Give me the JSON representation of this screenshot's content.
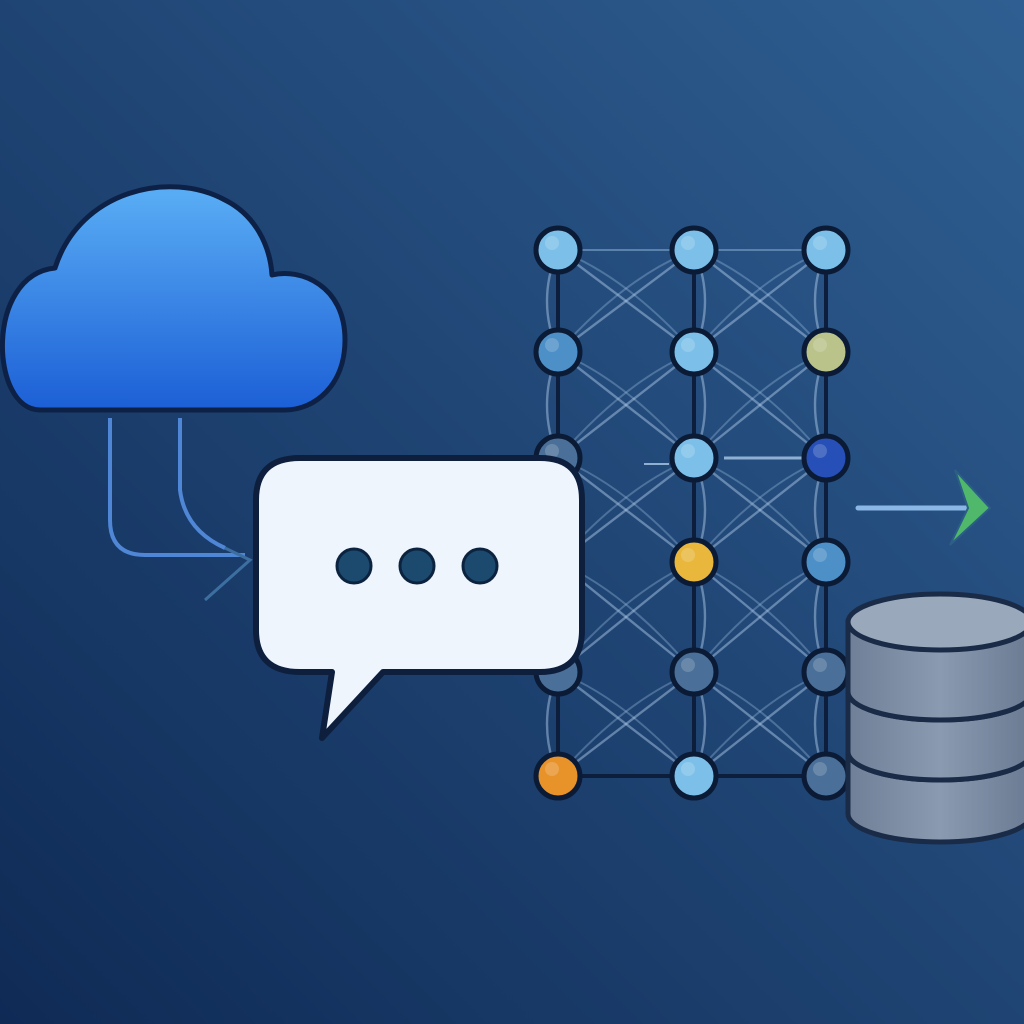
{
  "palette": {
    "background_top_right": "#2f5f92",
    "background_bottom_left": "#0f2a55",
    "cloud_light": "#5aaef5",
    "cloud_dark": "#1c5fd6",
    "bubble_fill": "#eef5fd",
    "dot_fill": "#1b4a6e",
    "node_light_blue": "#7cc0ea",
    "node_mid_blue": "#4d8fc7",
    "node_steel": "#4a6f98",
    "node_dark_blue": "#2650b8",
    "node_olive": "#b9c38a",
    "node_yellow": "#e8b73c",
    "node_orange": "#e8922a",
    "arrow_green": "#4fb86a",
    "database_body": "#8797ad",
    "database_top": "#9aa8bb"
  },
  "icons": [
    "cloud-icon",
    "chat-bubble-icon",
    "neural-network-icon",
    "arrow-right-icon",
    "database-icon"
  ],
  "network": {
    "columns": 3,
    "rows": 6,
    "node_colors": [
      [
        "node_light_blue",
        "node_light_blue",
        "node_light_blue"
      ],
      [
        "node_mid_blue",
        "node_light_blue",
        "node_olive"
      ],
      [
        "node_steel",
        "node_light_blue",
        "node_dark_blue"
      ],
      [
        "node_mid_blue",
        "node_yellow",
        "node_mid_blue"
      ],
      [
        "node_steel",
        "node_steel",
        "node_steel"
      ],
      [
        "node_orange",
        "node_light_blue",
        "node_steel"
      ]
    ]
  },
  "chat_bubble": {
    "dots": 3
  },
  "database": {
    "tiers": 3
  }
}
